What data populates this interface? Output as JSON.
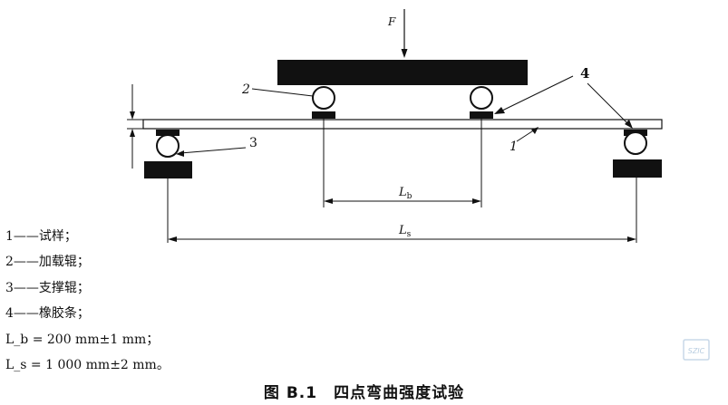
{
  "diagram": {
    "force_label": "F",
    "span_inner_label": "L_b",
    "span_outer_label": "L_s",
    "callouts": [
      "1",
      "2",
      "3",
      "4"
    ]
  },
  "legend": [
    "1——试样；",
    "2——加载辊；",
    "3——支撑辊；",
    "4——橡胶条；",
    "L_b = 200 mm±1 mm；",
    "L_s = 1 000 mm±2 mm。"
  ],
  "caption": {
    "number": "图 B.1",
    "title": "四点弯曲强度试验"
  },
  "watermark": "SZIC"
}
